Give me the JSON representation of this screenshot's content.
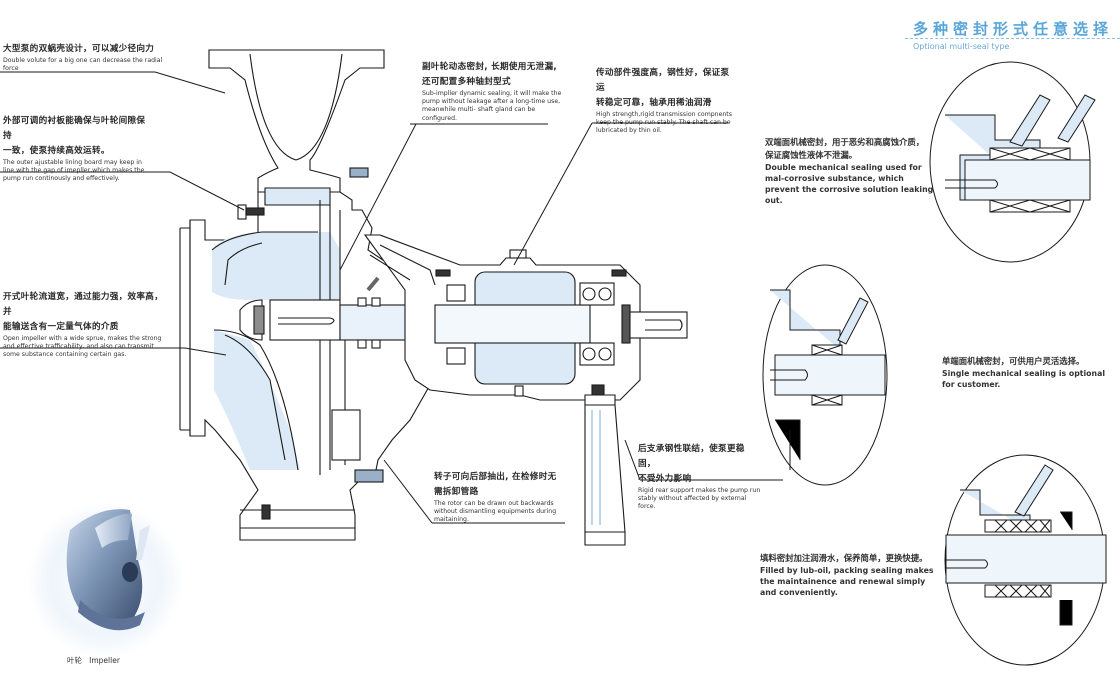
{
  "header": {
    "title_zh": "多种密封形式任意选择",
    "title_en": "Optional multi-seal type",
    "accent_color": "#5aa6d9"
  },
  "callouts": {
    "double_volute": {
      "zh": "大型泵的双蜗壳设计，可以减少径向力",
      "en": "Double volute for a big one can decrease the radial force"
    },
    "lining_board": {
      "zh1": "外部可调的衬板能确保与叶轮间隙保持",
      "zh2": "一致，使泵持续高效运转。",
      "en": "The outer ajustable  lining board may keep in line with the gap of  imepller,which makes the pump run continously and effectively."
    },
    "open_impeller": {
      "zh1": "开式叶轮流道宽，通过能力强，效率高，并",
      "zh2": "能输送含有一定量气体的介质",
      "en": "Open impeller with a wide sprue, makes the strong and effective trafficability, and also can  transmit some substance containing certain gas."
    },
    "sub_impeller": {
      "zh1": "副叶轮动态密封, 长期使用无泄漏,",
      "zh2": "还可配置多种轴封型式",
      "en": "Sub-impller dynamic sealing, it will make the pump without leakage after a long-time use, meanwhile multi- shaft gland can be configured."
    },
    "transmission": {
      "zh1": "传动部件强度高，钢性好，保证泵运",
      "zh2": "转稳定可靠，轴承用稀油润滑",
      "en": "High strength,rigid transmission compnents keep the pump  run stably. The shaft can be lubricated by thin oil."
    },
    "rotor": {
      "zh1": "转子可向后部抽出, 在检修时无",
      "zh2": "需拆卸管路",
      "en": "The rotor can  be drawn out backwards without dismantling equipments during maitaining."
    },
    "rear_support": {
      "zh1": "后支承钢性联结，使泵更稳固，",
      "zh2": "不受外力影响",
      "en": "Rigid  rear support makes the  pump run stably  without affected by external force."
    }
  },
  "seal_types": [
    {
      "name": "double-mechanical-seal",
      "zh1": "双端面机械密封，用于恶劣和高腐蚀介质，",
      "zh2": "保证腐蚀性液体不泄漏。",
      "en": "Double mechanical sealing used for mal-corrosive substance,  which prevent the corrosive solution leaking out."
    },
    {
      "name": "single-mechanical-seal",
      "zh1": "单端面机械密封，可供用户灵活选择。",
      "en": "Single mechanical sealing is optional for customer."
    },
    {
      "name": "packing-seal",
      "zh1": "填料密封加注润滑水，保养简单，更换快捷。",
      "en": "Filled by  lub-oil, packing sealing makes the maintainence and renewal  simply and conveniently."
    }
  ],
  "impeller_photo": {
    "caption_zh": "叶轮",
    "caption_en": "Impeller"
  },
  "colors": {
    "fill_blue": "#dbeaf6",
    "line": "#1a1a1a"
  }
}
